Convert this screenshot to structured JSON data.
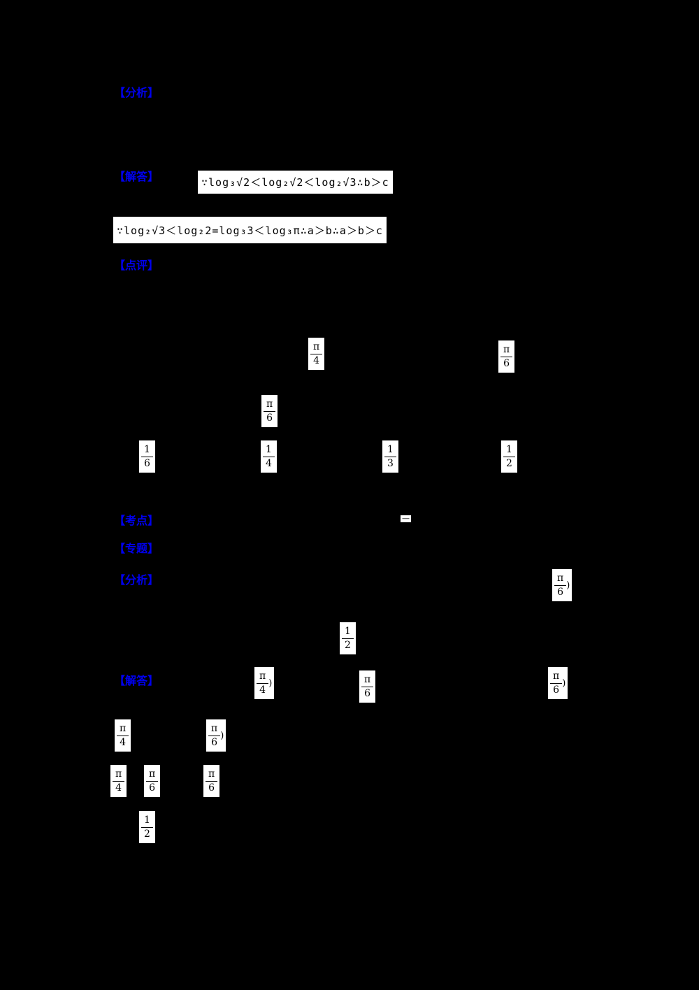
{
  "page": {
    "background": "#000000",
    "label_color": "#0000ee",
    "equation_box_bg": "#ffffff",
    "equation_box_text": "#000000"
  },
  "labels": [
    {
      "text": "【分析】"
    },
    {
      "text": "【解答】"
    },
    {
      "text": "【点评】"
    },
    {
      "text": "【考点】"
    },
    {
      "text": "【专题】"
    },
    {
      "text": "【分析】"
    },
    {
      "text": "【解答】"
    }
  ],
  "formulas": [
    {
      "text": "∵log₃√2＜log₂√2＜log₂√3∴b＞c"
    },
    {
      "text": "∵log₂√3＜log₂2=log₃3＜log₃π∴a＞b∴a＞b＞c"
    }
  ],
  "dash": {
    "text": "—"
  },
  "fractions": [
    {
      "pre": "",
      "num": "π",
      "den": "4",
      "post": ""
    },
    {
      "pre": "",
      "num": "π",
      "den": "6",
      "post": ""
    },
    {
      "pre": "",
      "num": "π",
      "den": "6",
      "post": ""
    },
    {
      "pre": "",
      "num": "1",
      "den": "6",
      "post": ""
    },
    {
      "pre": "",
      "num": "1",
      "den": "4",
      "post": ""
    },
    {
      "pre": "",
      "num": "1",
      "den": "3",
      "post": ""
    },
    {
      "pre": "",
      "num": "1",
      "den": "2",
      "post": ""
    },
    {
      "pre": "",
      "num": "π",
      "den": "6",
      "post": ")"
    },
    {
      "pre": "",
      "num": "1",
      "den": "2",
      "post": ""
    },
    {
      "pre": "",
      "num": "π",
      "den": "4",
      "post": ")"
    },
    {
      "pre": "",
      "num": "π",
      "den": "6",
      "post": ""
    },
    {
      "pre": "",
      "num": "π",
      "den": "6",
      "post": ")"
    },
    {
      "pre": "",
      "num": "π",
      "den": "4",
      "post": ""
    },
    {
      "pre": "",
      "num": "π",
      "den": "6",
      "post": ")"
    },
    {
      "pre": "",
      "num": "π",
      "den": "4",
      "post": ""
    },
    {
      "pre": "",
      "num": "π",
      "den": "6",
      "post": ""
    },
    {
      "pre": "",
      "num": "π",
      "den": "6",
      "post": ""
    },
    {
      "pre": "",
      "num": "1",
      "den": "2",
      "post": ""
    }
  ]
}
